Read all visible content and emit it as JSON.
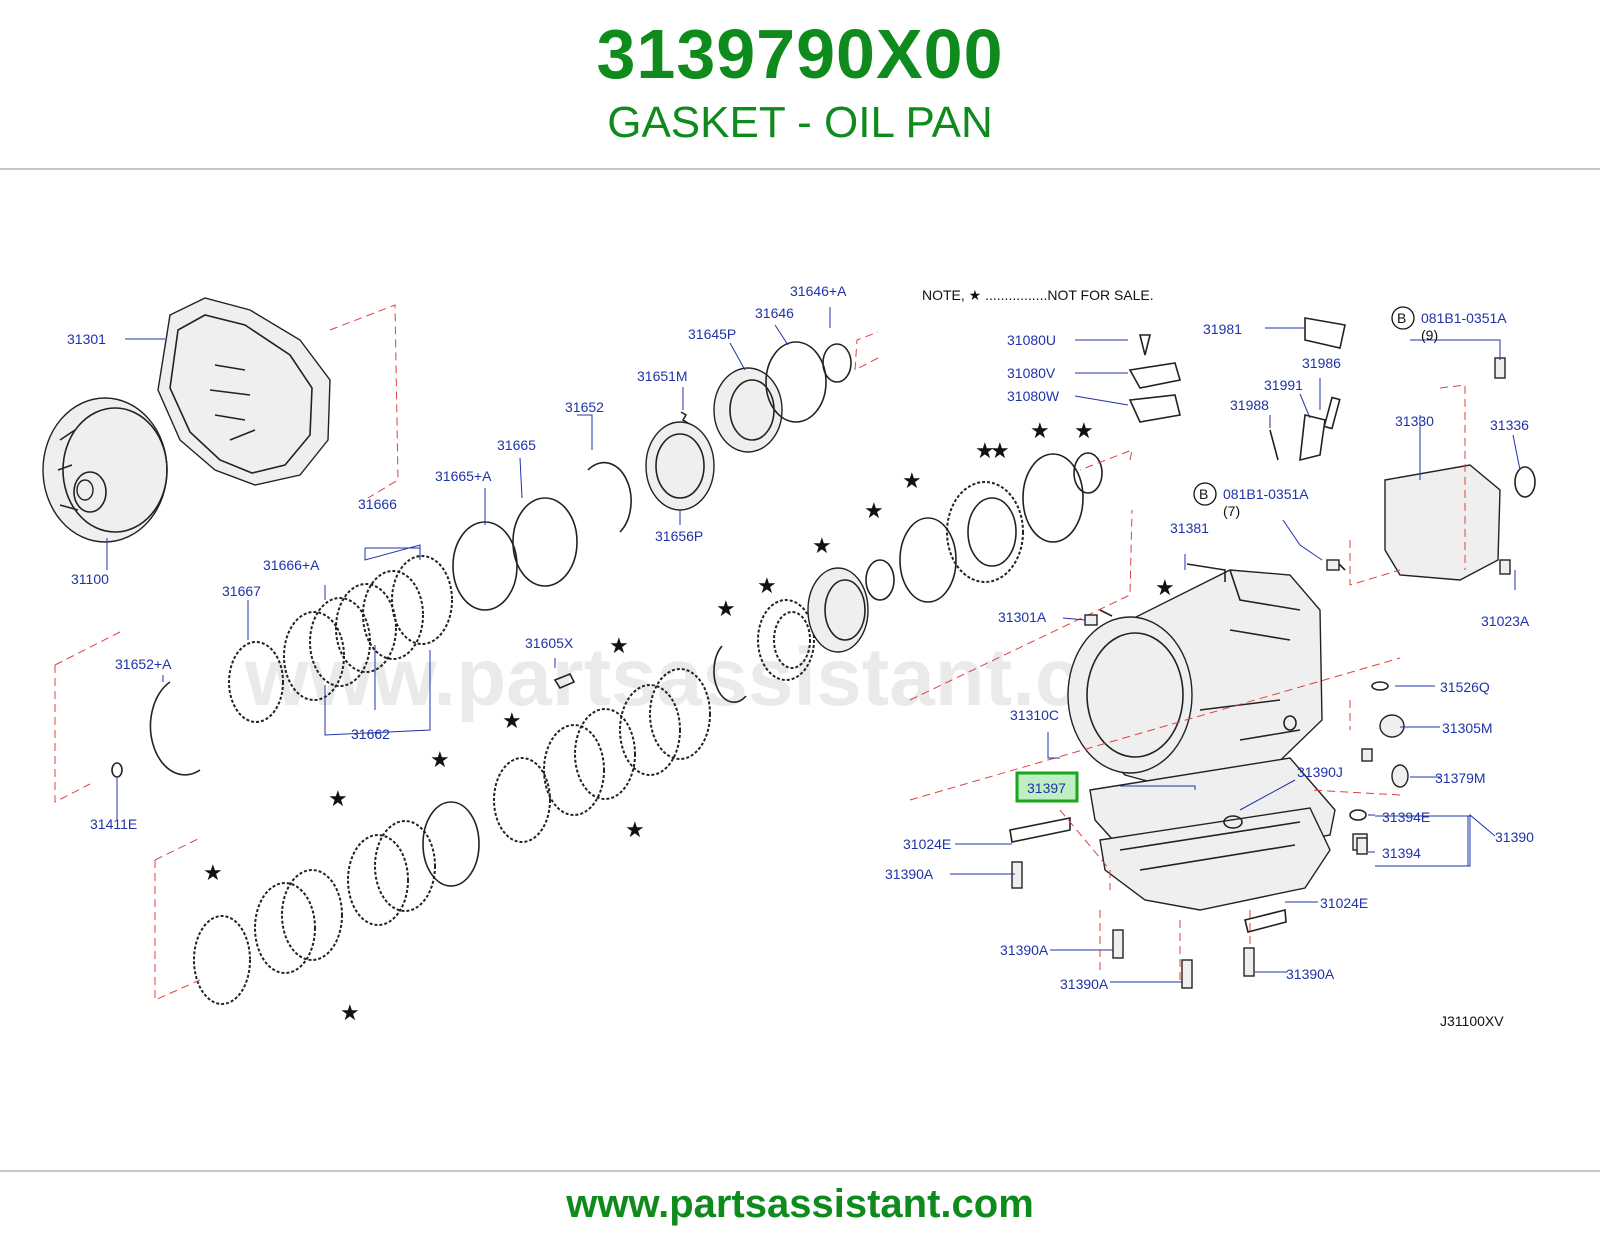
{
  "header": {
    "part_number": "3139790X00",
    "part_name": "GASKET - OIL PAN"
  },
  "diagram": {
    "watermark": "www.partsassistant.com",
    "note": "NOTE,   ★ ................NOT   FOR   SALE.",
    "code": "J31100XV",
    "highlight_label": "31397",
    "highlight_color": "#1aa51a",
    "labels": {
      "31301": "31301",
      "31100": "31100",
      "31666": "31666",
      "31666A": "31666+A",
      "31667": "31667",
      "31665A": "31665+A",
      "31665": "31665",
      "31652": "31652",
      "31651M": "31651M",
      "31656P": "31656P",
      "31645P": "31645P",
      "31646": "31646",
      "31646A": "31646+A",
      "31652A": "31652+A",
      "31411E": "31411E",
      "31662": "31662",
      "31605X": "31605X",
      "31080U": "31080U",
      "31080V": "31080V",
      "31080W": "31080W",
      "31981": "31981",
      "31986": "31986",
      "31991": "31991",
      "31988": "31988",
      "B1": "081B1-0351A",
      "B1q": "(9)",
      "B2": "081B1-0351A",
      "B2q": "(7)",
      "31330": "31330",
      "31336": "31336",
      "31381": "31381",
      "31301A": "31301A",
      "31023A": "31023A",
      "31526Q": "31526Q",
      "31305M": "31305M",
      "31310C": "31310C",
      "31379M": "31379M",
      "31390J": "31390J",
      "31394E": "31394E",
      "31390": "31390",
      "31394": "31394",
      "31024E_a": "31024E",
      "31024E_b": "31024E",
      "31390A_a": "31390A",
      "31390A_b": "31390A",
      "31390A_c": "31390A",
      "31390A_d": "31390A"
    }
  },
  "footer": {
    "url": "www.partsassistant.com"
  }
}
